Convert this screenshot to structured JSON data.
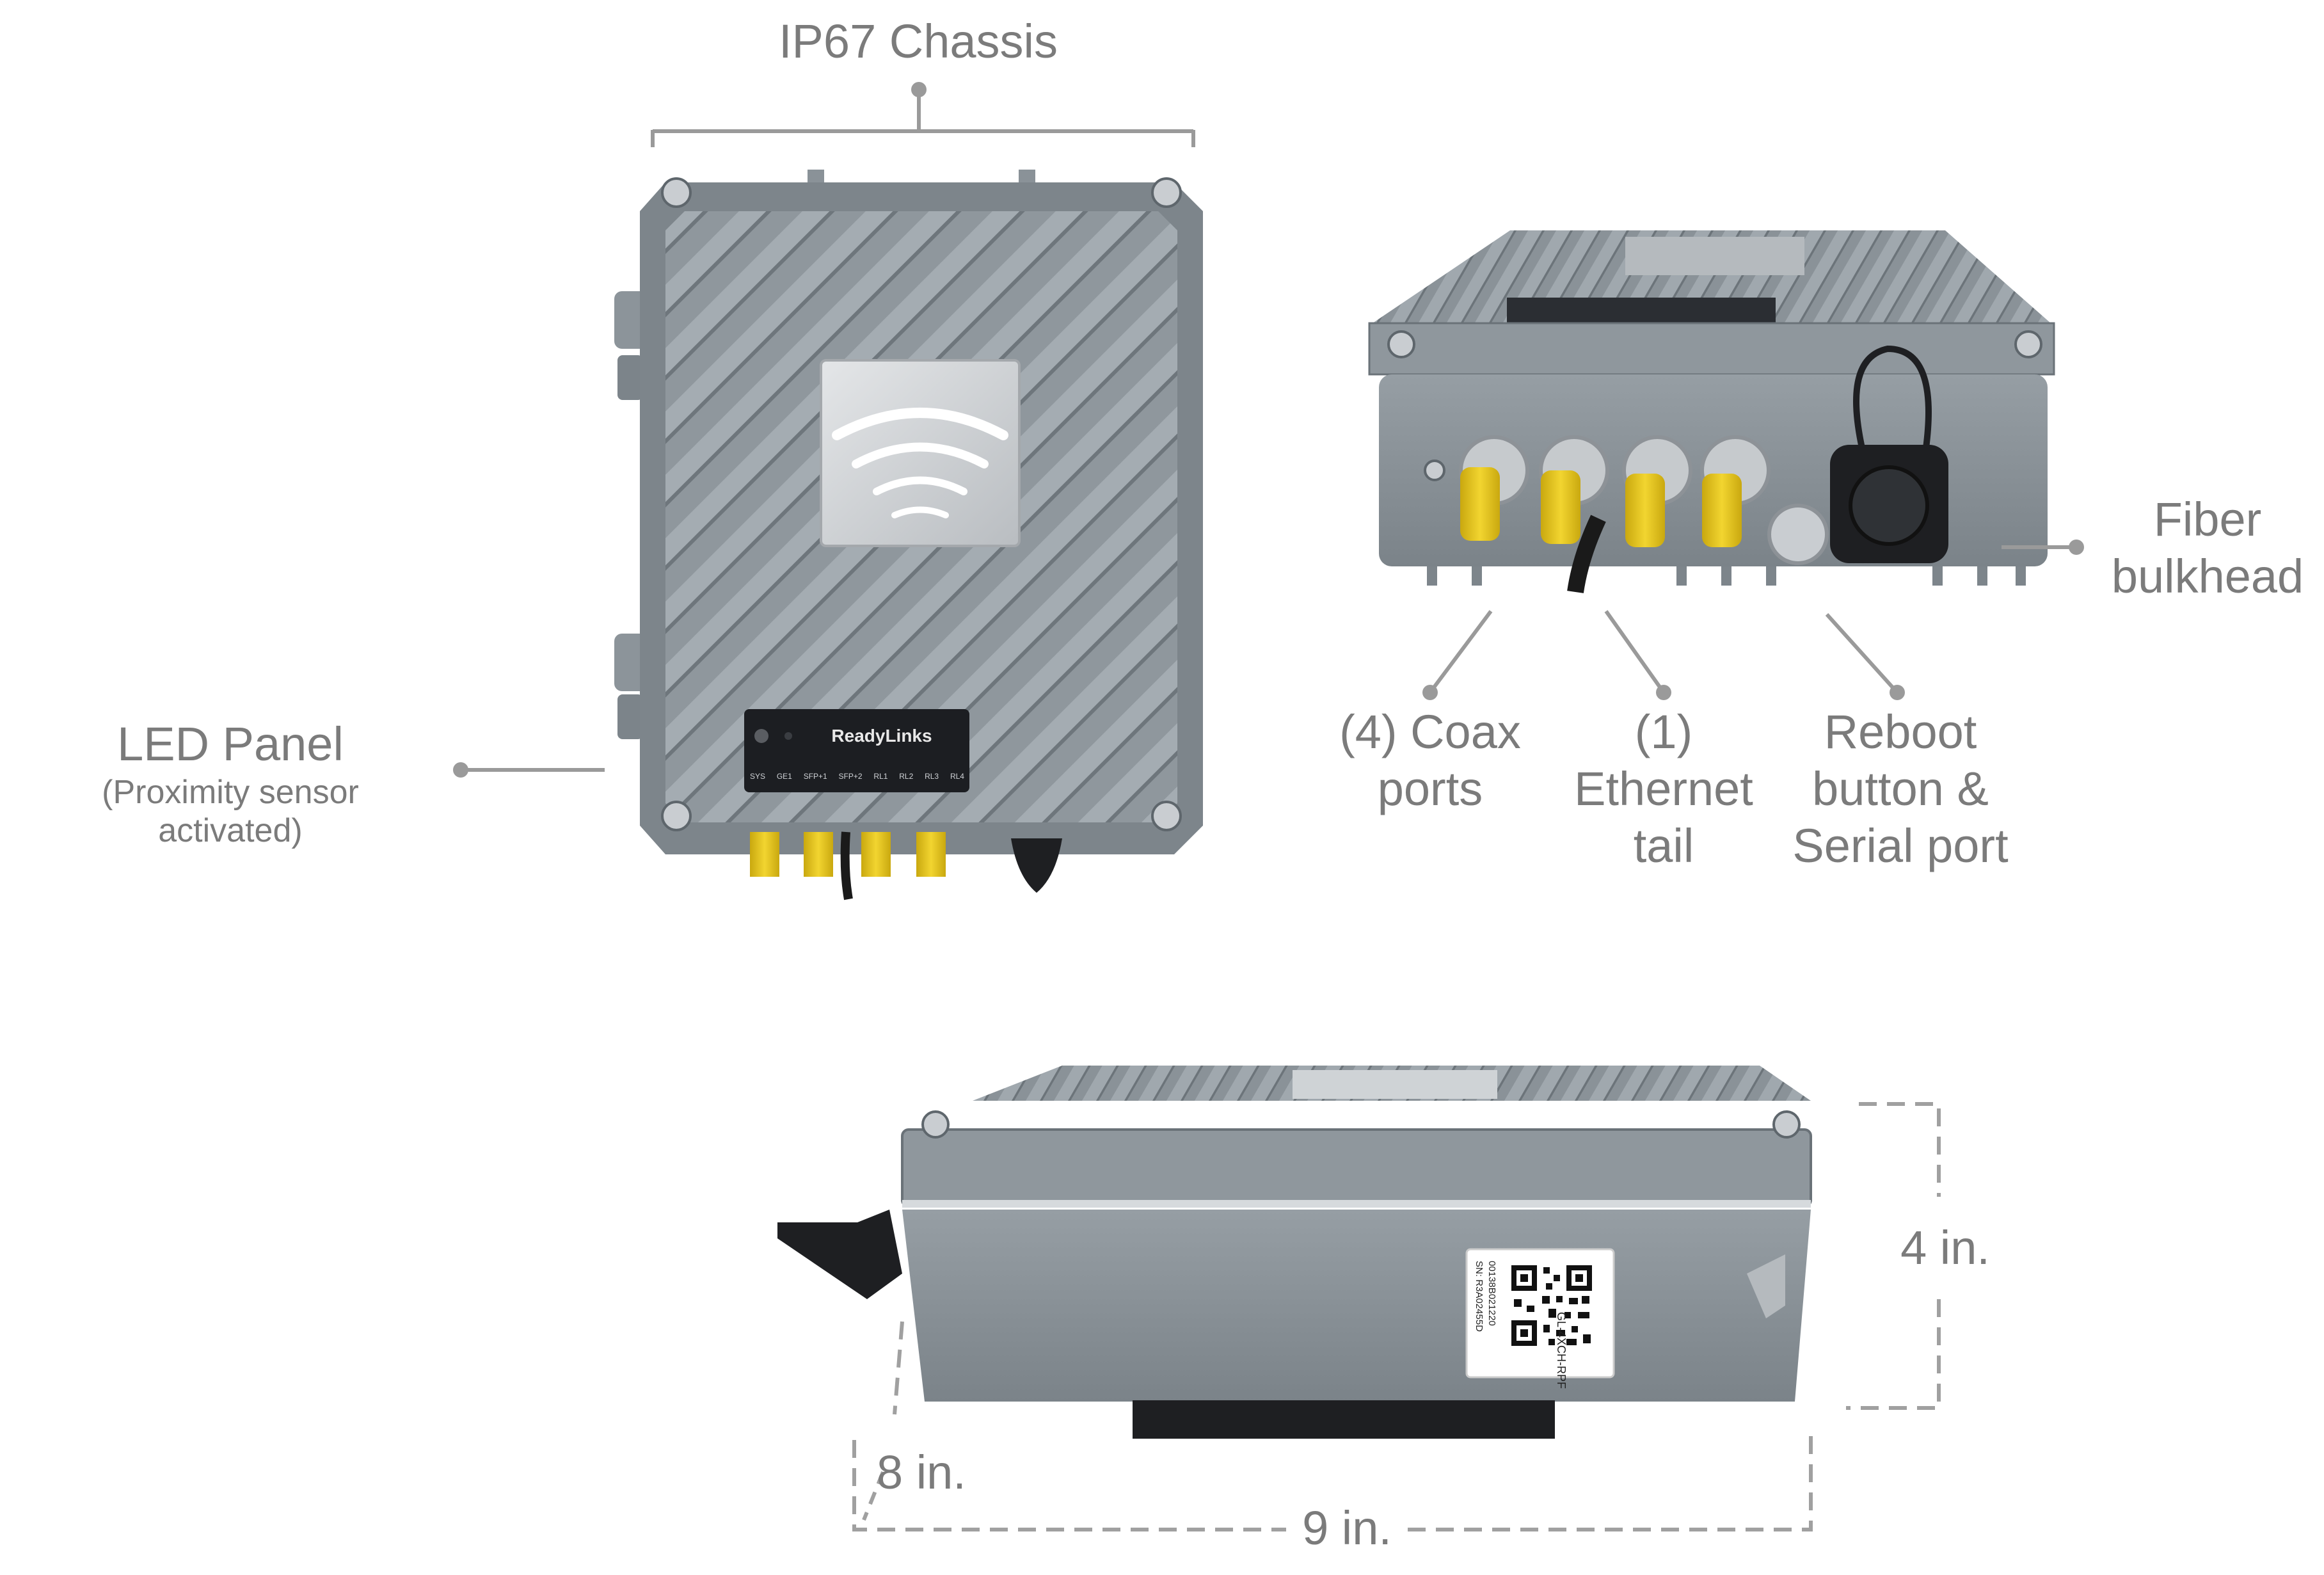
{
  "labels": {
    "chassis": "IP67 Chassis",
    "led_panel": {
      "title": "LED Panel",
      "sub1": "(Proximity sensor",
      "sub2": "activated)"
    },
    "coax": {
      "line1": "(4) Coax",
      "line2": "ports"
    },
    "ethernet": {
      "line1": "(1)",
      "line2": "Ethernet",
      "line3": "tail"
    },
    "reboot": {
      "line1": "Reboot",
      "line2": "button &",
      "line3": "Serial port"
    },
    "fiber": {
      "line1": "Fiber",
      "line2": "bulkhead"
    },
    "dim_height": "4 in.",
    "dim_depth": "8 in.",
    "dim_width": "9 in."
  },
  "device": {
    "brand": "ReadyLinks",
    "led_indicators": [
      "SYS",
      "GE1",
      "SFP+1",
      "SFP+2",
      "RL1",
      "RL2",
      "RL3",
      "RL4"
    ],
    "sticker_model": "GL-4XCH-RPF",
    "sticker_mac": "00138B021220",
    "sticker_serial": "SN: R3A02455D"
  },
  "colors": {
    "body": "#8e969c",
    "body_dark": "#6f777d",
    "coax": "#e6c51a",
    "panel": "#1c1e22",
    "callout": "#9a9a9a"
  }
}
